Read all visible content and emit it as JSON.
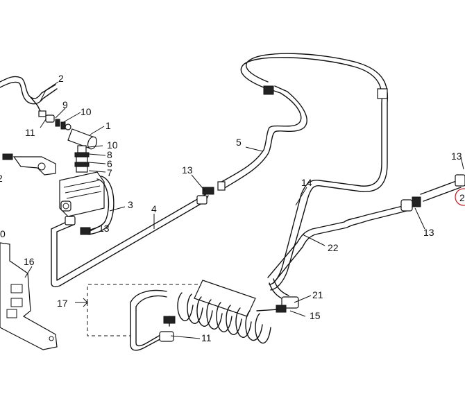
{
  "callouts": {
    "c1": "1",
    "c2a": "2",
    "c2b": "2",
    "c3": "3",
    "c4": "4",
    "c5": "5",
    "c6": "6",
    "c7": "7",
    "c8": "8",
    "c9": "9",
    "c10a": "10",
    "c10b": "10",
    "c11a": "11",
    "c11b": "11",
    "c13a": "13",
    "c13b": "13",
    "c13c": "13",
    "c13d": "13",
    "c14": "14",
    "c15": "15",
    "c16": "16",
    "c17": "17",
    "c20": "0",
    "c21": "21",
    "c22": "22",
    "c2edge": "2"
  },
  "colors": {
    "line": "#111111",
    "highlight": "#c0262d"
  }
}
